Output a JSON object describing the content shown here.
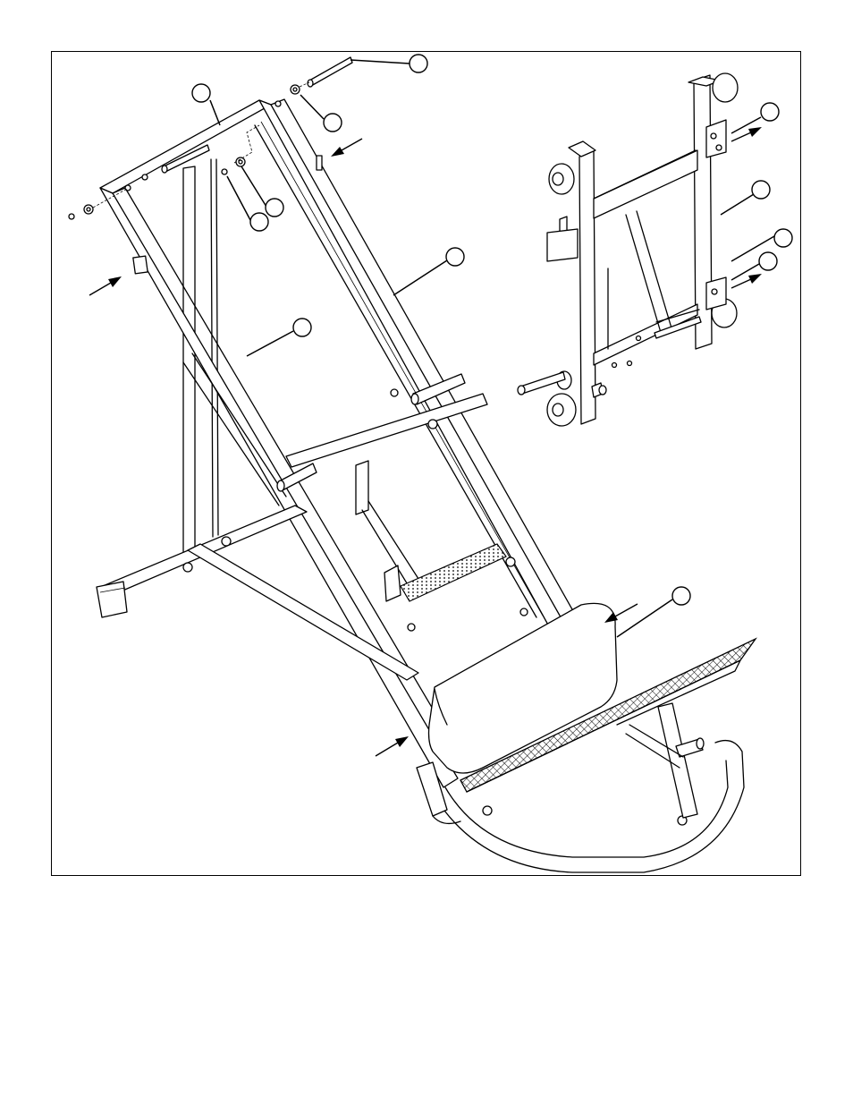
{
  "figure": {
    "kind": "assembly-drawing",
    "callout_count": 13,
    "arrow_count": 6,
    "printed_text": []
  }
}
